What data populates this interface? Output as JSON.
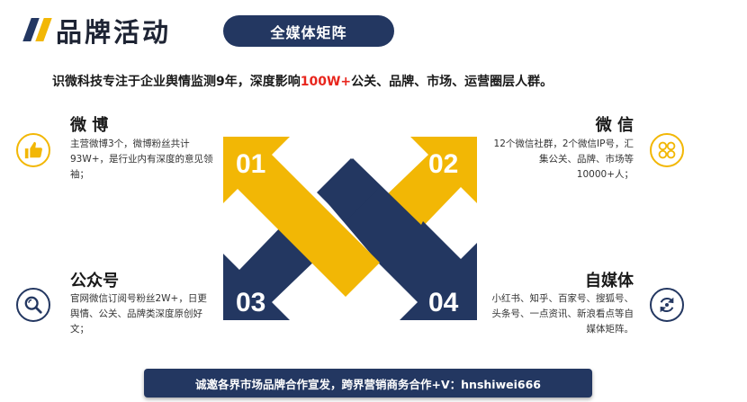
{
  "header": {
    "title": "品牌活动",
    "pill": "全媒体矩阵"
  },
  "intro": {
    "before": "识微科技专注于企业舆情监测9年，深度影响",
    "highlight": "100W+",
    "after": "公关、品牌、市场、运营圈层人群。"
  },
  "sections": {
    "weibo": {
      "title": "微 博",
      "desc": "主营微博3个，微博粉丝共计93W+，是行业内有深度的意见领袖；"
    },
    "weixin": {
      "title": "微 信",
      "desc": "12个微信社群，2个微信IP号，汇集公关、品牌、市场等10000+人；"
    },
    "gongzhonghao": {
      "title": "公众号",
      "desc": "官网微信订阅号粉丝2W+，日更舆情、公关、品牌类深度原创好文；"
    },
    "zimeiti": {
      "title": "自媒体",
      "desc": "小红书、知乎、百家号、搜狐号、头条号、一点资讯、新浪看点等自媒体矩阵。"
    }
  },
  "arrows": {
    "n01": "01",
    "n02": "02",
    "n03": "03",
    "n04": "04"
  },
  "footer": {
    "text": "诚邀各界市场品牌合作宣发，跨界营销商务合作+V：hnshiwei666"
  },
  "colors": {
    "navy": "#233761",
    "yellow": "#f2b705",
    "highlight": "#e8261d"
  },
  "icons": {
    "weibo": "thumbs-up-icon",
    "weixin": "clover-grid-icon",
    "gongzhonghao": "search-icon",
    "zimeiti": "refresh-icon"
  }
}
